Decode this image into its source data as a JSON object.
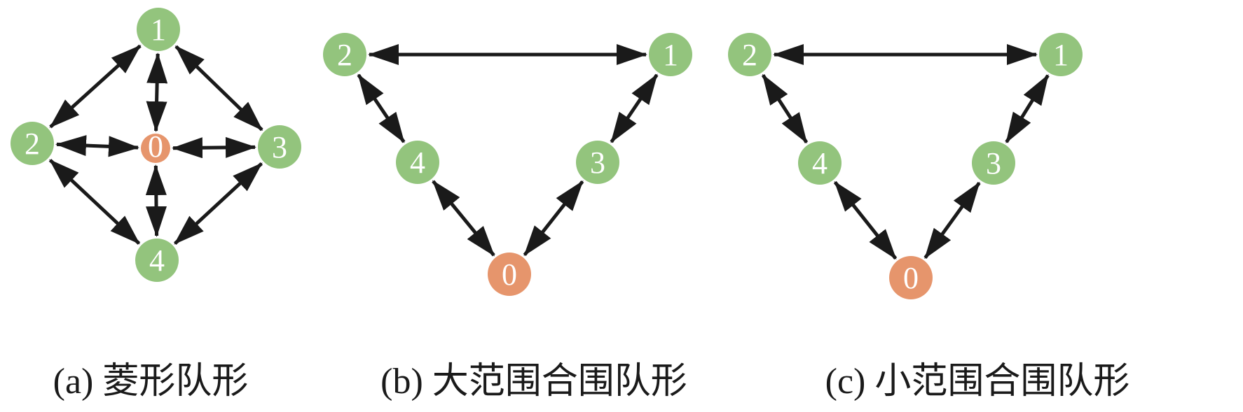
{
  "colors": {
    "agent_node": "#93c47d",
    "leader_node": "#e6956c",
    "arrow": "#1a1a1a",
    "label_text": "#ffffff",
    "caption_text": "#1a1a1a"
  },
  "panels": [
    {
      "id": "a",
      "caption": "(a) 菱形队形",
      "nodes": [
        {
          "id": "1",
          "label": "1",
          "role": "agent"
        },
        {
          "id": "2",
          "label": "2",
          "role": "agent"
        },
        {
          "id": "0",
          "label": "0",
          "role": "leader"
        },
        {
          "id": "3",
          "label": "3",
          "role": "agent"
        },
        {
          "id": "4",
          "label": "4",
          "role": "agent"
        }
      ],
      "edges": [
        {
          "from": "1",
          "to": "2",
          "direction": "both"
        },
        {
          "from": "1",
          "to": "3",
          "direction": "both"
        },
        {
          "from": "1",
          "to": "0",
          "direction": "both"
        },
        {
          "from": "2",
          "to": "0",
          "direction": "both"
        },
        {
          "from": "0",
          "to": "3",
          "direction": "both"
        },
        {
          "from": "0",
          "to": "4",
          "direction": "both"
        },
        {
          "from": "2",
          "to": "4",
          "direction": "both"
        },
        {
          "from": "3",
          "to": "4",
          "direction": "both"
        }
      ]
    },
    {
      "id": "b",
      "caption": "(b) 大范围合围队形",
      "nodes": [
        {
          "id": "2",
          "label": "2",
          "role": "agent"
        },
        {
          "id": "1",
          "label": "1",
          "role": "agent"
        },
        {
          "id": "4",
          "label": "4",
          "role": "agent"
        },
        {
          "id": "3",
          "label": "3",
          "role": "agent"
        },
        {
          "id": "0",
          "label": "0",
          "role": "leader"
        }
      ],
      "edges": [
        {
          "from": "2",
          "to": "1",
          "direction": "both"
        },
        {
          "from": "2",
          "to": "4",
          "direction": "both"
        },
        {
          "from": "1",
          "to": "3",
          "direction": "both"
        },
        {
          "from": "4",
          "to": "0",
          "direction": "both"
        },
        {
          "from": "3",
          "to": "0",
          "direction": "both"
        }
      ]
    },
    {
      "id": "c",
      "caption": "(c) 小范围合围队形",
      "nodes": [
        {
          "id": "2",
          "label": "2",
          "role": "agent"
        },
        {
          "id": "1",
          "label": "1",
          "role": "agent"
        },
        {
          "id": "4",
          "label": "4",
          "role": "agent"
        },
        {
          "id": "3",
          "label": "3",
          "role": "agent"
        },
        {
          "id": "0",
          "label": "0",
          "role": "leader"
        }
      ],
      "edges": [
        {
          "from": "2",
          "to": "1",
          "direction": "both"
        },
        {
          "from": "2",
          "to": "4",
          "direction": "both"
        },
        {
          "from": "1",
          "to": "3",
          "direction": "both"
        },
        {
          "from": "4",
          "to": "0",
          "direction": "both"
        },
        {
          "from": "3",
          "to": "0",
          "direction": "both"
        }
      ]
    }
  ]
}
